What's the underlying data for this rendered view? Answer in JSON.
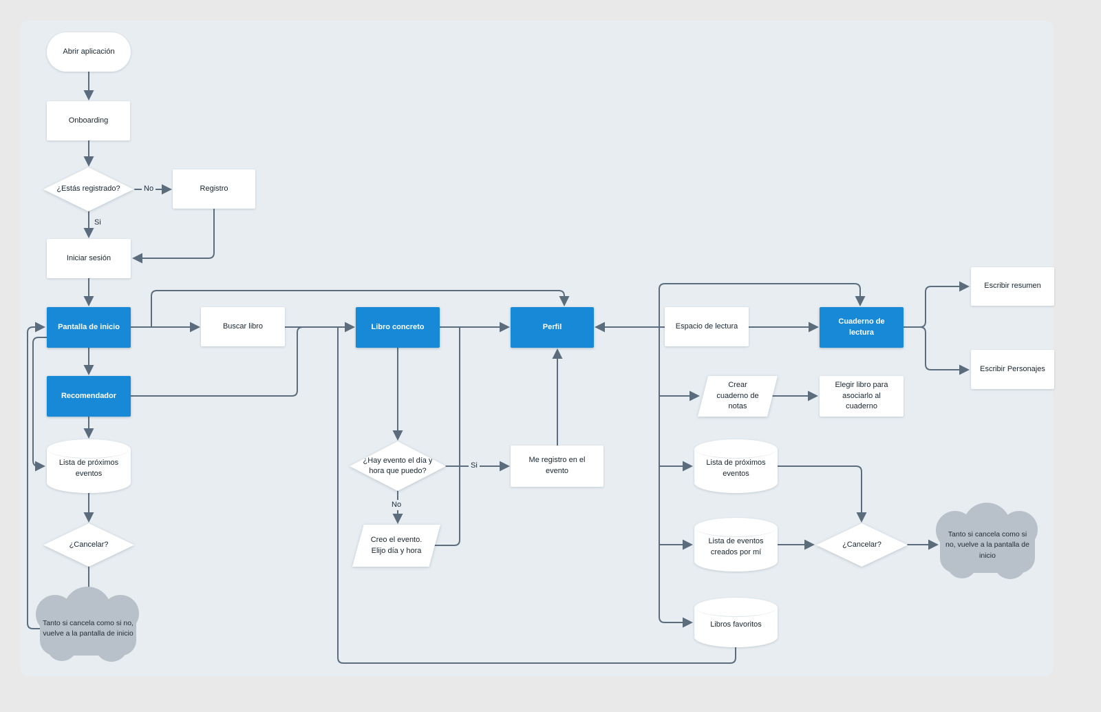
{
  "colors": {
    "background": "#e9e9e9",
    "canvas": "#e7edf1",
    "accent_blue": "#1789d7",
    "node_white": "#ffffff",
    "connector": "#5b6d7d",
    "cloud_gray": "#b8c1c9",
    "text": "#17242f"
  },
  "nodes": {
    "abrir_aplicacion": "Abrir aplicación",
    "onboarding": "Onboarding",
    "estas_registrado": "¿Estás registrado?",
    "registro": "Registro",
    "iniciar_sesion": "Iniciar sesión",
    "pantalla_inicio": "Pantalla de inicio",
    "buscar_libro": "Buscar libro",
    "libro_concreto": "Libro concreto",
    "perfil": "Perfil",
    "espacio_lectura": "Espacio de lectura",
    "cuaderno_lectura": "Cuaderno de lectura",
    "escribir_resumen": "Escribir resumen",
    "escribir_personajes": "Escribir Personajes",
    "recomendador": "Recomendador",
    "crear_cuaderno": "Crear cuaderno de notas",
    "elegir_libro": "Elegir libro para asociarlo al cuaderno",
    "lista_proximos_izq": "Lista de próximos eventos",
    "cancelar_izq": "¿Cancelar?",
    "nube_izq": "Tanto si cancela como si no, vuelve a la pantalla de inicio",
    "hay_evento": "¿Hay evento el día y hora que puedo?",
    "me_registro": "Me registro en el evento",
    "creo_evento": "Creo el evento. Elijo día y hora",
    "lista_proximos_der": "Lista de próximos eventos",
    "lista_eventos_creados": "Lista de eventos creados por mí",
    "libros_favoritos": "Libros favoritos",
    "cancelar_der": "¿Cancelar?",
    "nube_der": "Tanto si cancela como si no, vuelve a la pantalla de inicio"
  },
  "edge_labels": {
    "no_registro": "No",
    "si_registrado": "Si",
    "si_evento": "Si",
    "no_evento": "No"
  }
}
